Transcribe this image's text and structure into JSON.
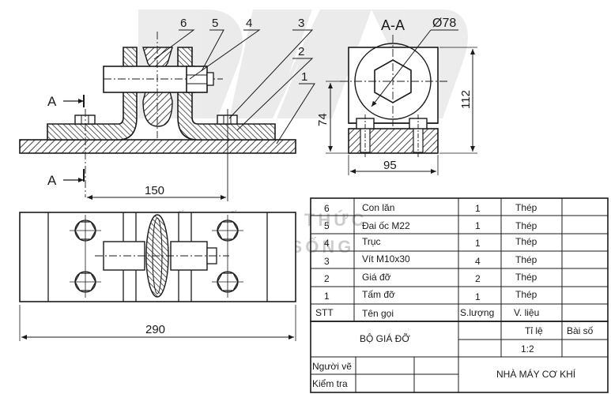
{
  "section_view": {
    "title": "A-A",
    "diameter_label": "Ø78",
    "dim_width": "95",
    "dim_height_total": "112",
    "dim_height_axis": "74"
  },
  "front_view": {
    "section_mark_top": "A",
    "section_mark_bottom": "A",
    "part_callouts": [
      "6",
      "5",
      "4",
      "3",
      "2",
      "1"
    ]
  },
  "top_view": {
    "dim_axis_offset": "150",
    "dim_total_length": "290"
  },
  "parts_table": {
    "columns": [
      "STT",
      "Tên gọi",
      "S.lượng",
      "V. liệu"
    ],
    "rows": [
      {
        "stt": "6",
        "name": "Con lăn",
        "qty": "1",
        "material": "Thép"
      },
      {
        "stt": "5",
        "name": "Đai ốc M22",
        "qty": "1",
        "material": "Thép"
      },
      {
        "stt": "4",
        "name": "Trục",
        "qty": "1",
        "material": "Thép"
      },
      {
        "stt": "3",
        "name": "Vít M10x30",
        "qty": "4",
        "material": "Thép"
      },
      {
        "stt": "2",
        "name": "Giá đỡ",
        "qty": "2",
        "material": "Thép"
      },
      {
        "stt": "1",
        "name": "Tấm đỡ",
        "qty": "1",
        "material": "Thép"
      }
    ]
  },
  "title_block": {
    "assembly_name": "BỘ GIÁ ĐỠ",
    "scale_label": "Tỉ lệ",
    "sheet_label": "Bài số",
    "scale_value": "1:2",
    "drawn_by_label": "Người vẽ",
    "checked_by_label": "Kiểm tra",
    "organization": "NHÀ MÁY CƠ KHÍ"
  },
  "watermark": {
    "line1": "KẾT NỐI TRI THỨC",
    "line2": "VỚI CUỘC SỐNG"
  }
}
